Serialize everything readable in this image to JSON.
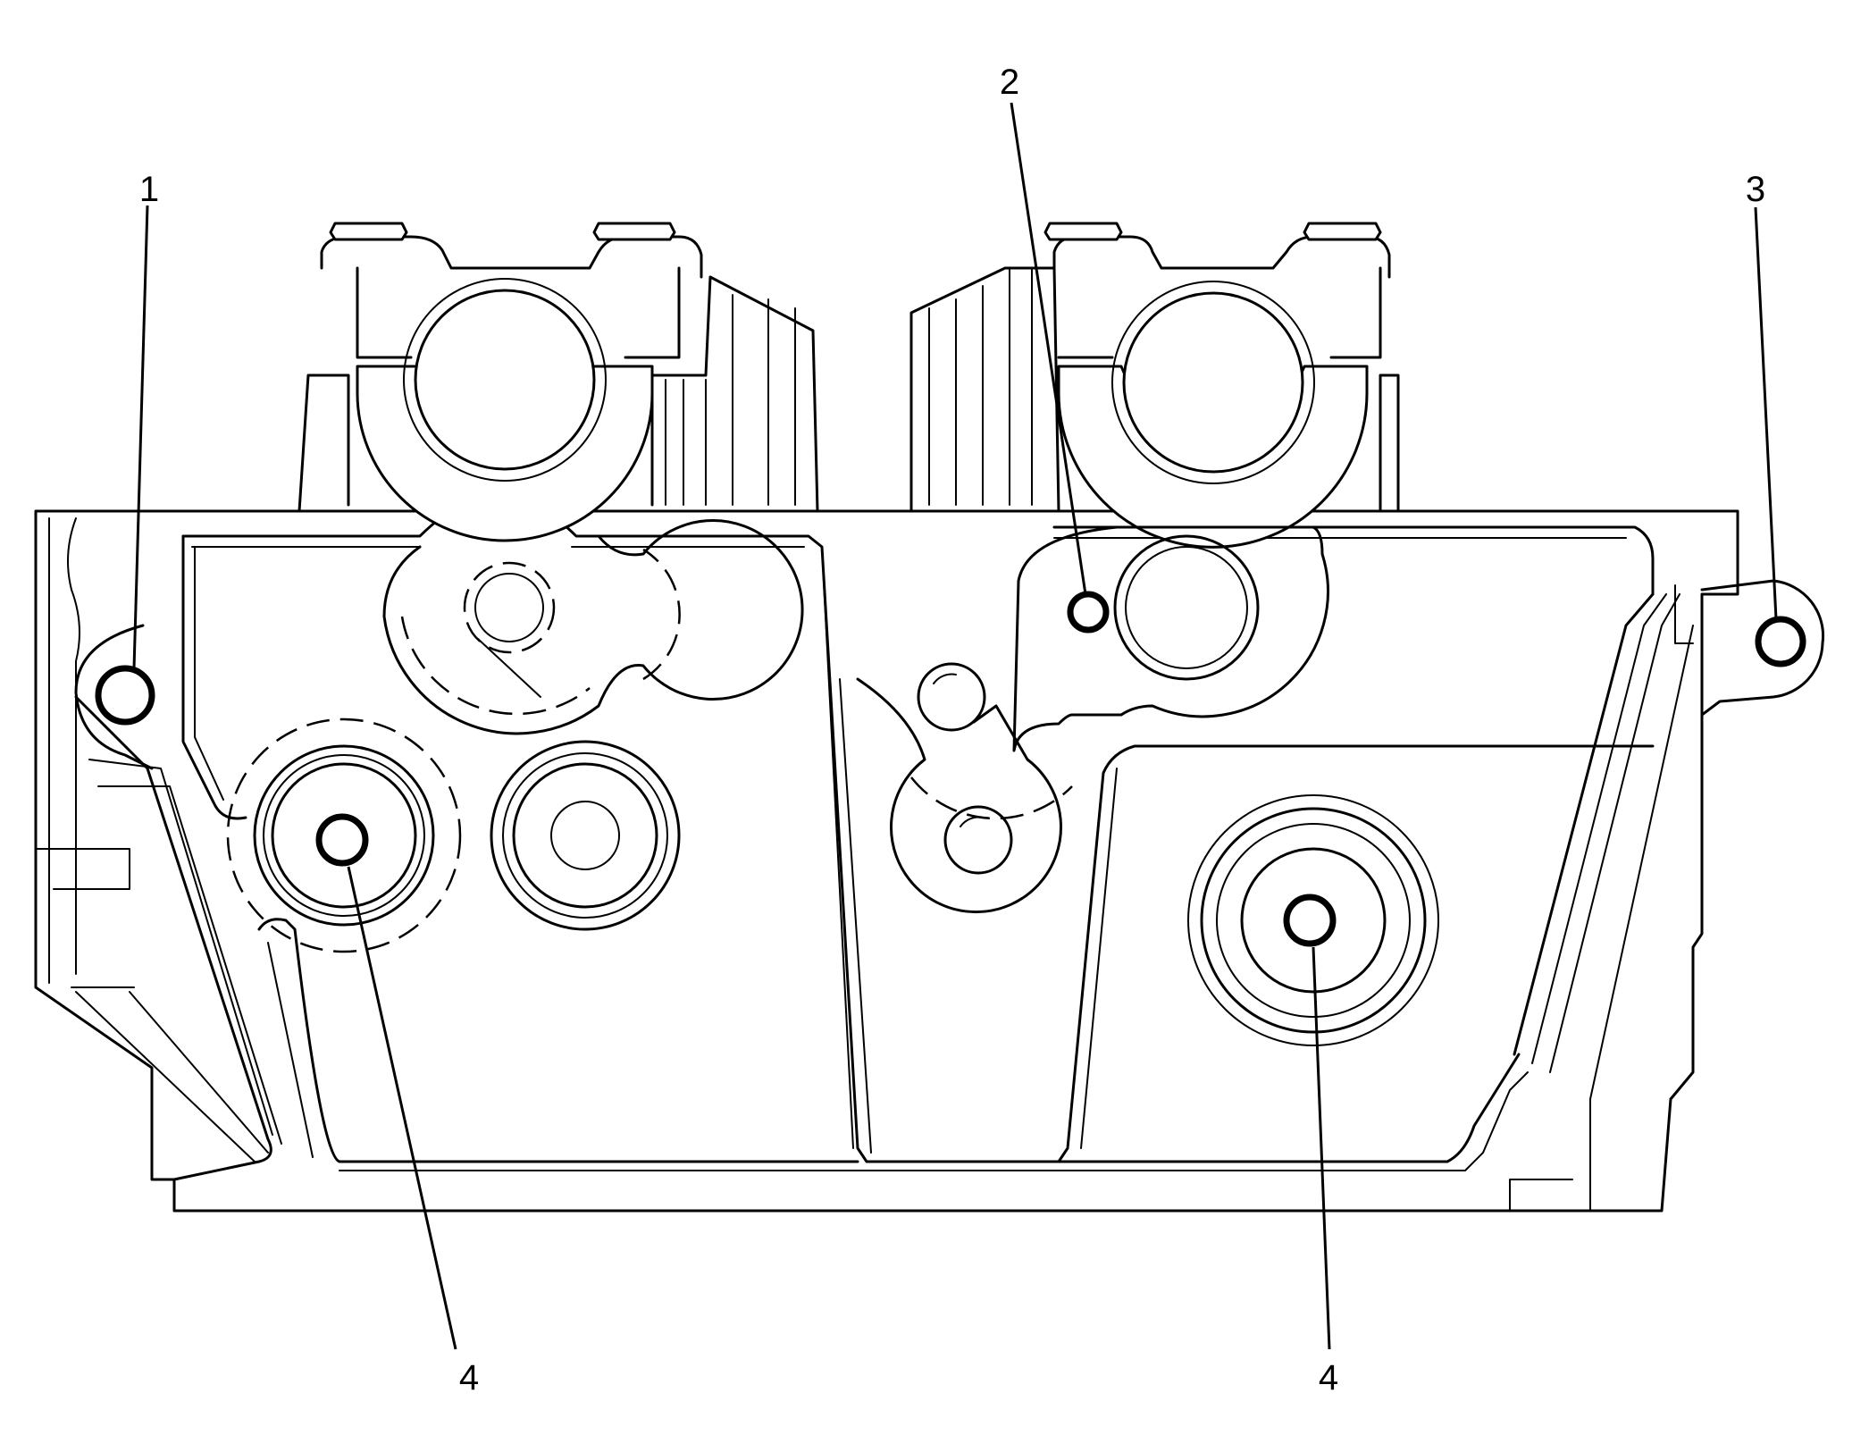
{
  "diagram": {
    "type": "technical line drawing",
    "callouts": [
      {
        "id": "callout-1",
        "label": "1"
      },
      {
        "id": "callout-2",
        "label": "2"
      },
      {
        "id": "callout-3",
        "label": "3"
      },
      {
        "id": "callout-4-left",
        "label": "4"
      },
      {
        "id": "callout-4-right",
        "label": "4"
      }
    ]
  },
  "colors": {
    "line": "#000000",
    "background": "#ffffff"
  }
}
